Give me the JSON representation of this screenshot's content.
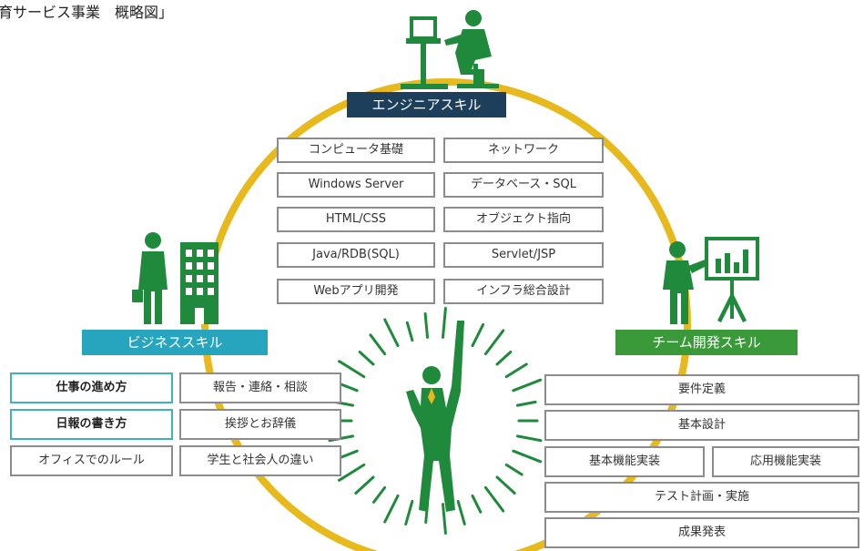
{
  "title": "育サービス事業　概略図」",
  "colors": {
    "ring": "#e7b91c",
    "engineer_banner": "#1d3f5c",
    "business_banner": "#27a5bf",
    "team_banner": "#3a9a3a",
    "figure_green": "#1f8a3b",
    "box_border": "#8c8c8c",
    "highlight_border": "#3eb1c8"
  },
  "icons": {
    "engineer": "person-at-desk-icon",
    "business": "businessman-with-building-icon",
    "team": "presenter-with-chart-icon",
    "center": "triumphant-person-icon"
  },
  "engineer": {
    "label": "エンジニアスキル",
    "items": [
      "コンピュータ基礎",
      "ネットワーク",
      "Windows Server",
      "データベース・SQL",
      "HTML/CSS",
      "オブジェクト指向",
      "Java/RDB(SQL)",
      "Servlet/JSP",
      "Webアプリ開発",
      "インフラ総合設計"
    ]
  },
  "business": {
    "label": "ビジネススキル",
    "items": [
      "仕事の進め方",
      "報告・連絡・相談",
      "日報の書き方",
      "挨拶とお辞儀",
      "オフィスでのルール",
      "学生と社会人の違い"
    ]
  },
  "team": {
    "label": "チーム開発スキル",
    "items": [
      "要件定義",
      "基本設計",
      "基本機能実装",
      "応用機能実装",
      "テスト計画・実施",
      "成果発表"
    ]
  }
}
